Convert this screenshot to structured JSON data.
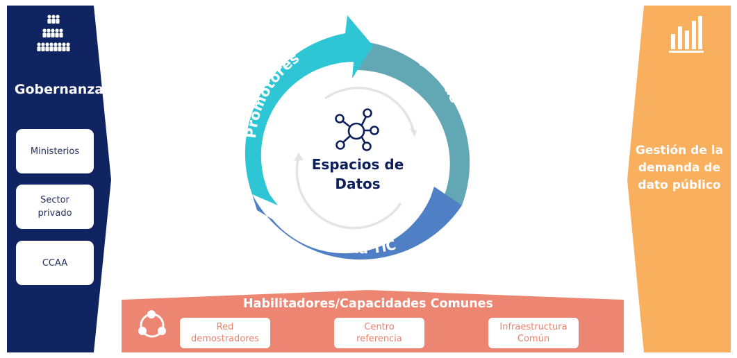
{
  "colors": {
    "navy": "#0f2460",
    "orange": "#f9b05e",
    "salmon": "#ec8571",
    "promotores": "#2ec6d4",
    "empresas": "#62a7b4",
    "industria": "#4f7fc4",
    "center_text": "#0c1f5a"
  },
  "governance": {
    "icon": "people-group-icon",
    "title": "Gobernanza",
    "items": [
      {
        "label": "Ministerios"
      },
      {
        "label": "Sector\nprivado"
      },
      {
        "label": "CCAA"
      }
    ]
  },
  "cycle": {
    "center_icon": "network-hub-icon",
    "center_title": "Espacios de Datos",
    "segments": [
      {
        "label": "Promotores"
      },
      {
        "label": "Empresas"
      },
      {
        "label": "Industria TIC"
      }
    ]
  },
  "demand": {
    "icon": "bar-chart-icon",
    "title": "Gestión de la demanda de dato público"
  },
  "enablers": {
    "icon": "cycle-nodes-icon",
    "title": "Habilitadores/Capacidades Comunes",
    "items": [
      {
        "label": "Red\ndemostradores"
      },
      {
        "label": "Centro\nreferencia"
      },
      {
        "label": "Infraestructura\nComún"
      }
    ]
  }
}
